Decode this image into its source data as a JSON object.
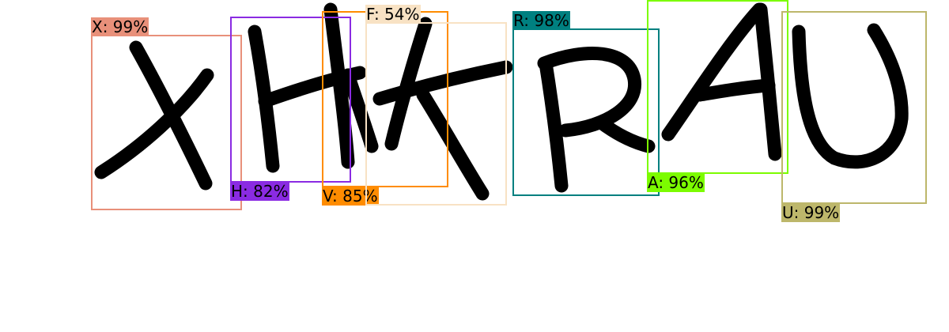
{
  "captcha": {
    "ink_color": "#000000",
    "background_color": "#ffffff"
  },
  "detections": [
    {
      "label": "X: 99%",
      "color": "#e8907a",
      "letter": "X",
      "confidence": 0.99
    },
    {
      "label": "H: 82%",
      "color": "#8a2be2",
      "letter": "H",
      "confidence": 0.82
    },
    {
      "label": "V: 85%",
      "color": "#ff8c00",
      "letter": "V",
      "confidence": 0.85
    },
    {
      "label": "F: 54%",
      "color": "#f8e2c4",
      "letter": "F",
      "confidence": 0.54
    },
    {
      "label": "R: 98%",
      "color": "#008080",
      "letter": "R",
      "confidence": 0.98
    },
    {
      "label": "A: 96%",
      "color": "#7cfc00",
      "letter": "A",
      "confidence": 0.96
    },
    {
      "label": "U: 99%",
      "color": "#bdb76b",
      "letter": "U",
      "confidence": 0.99
    }
  ]
}
